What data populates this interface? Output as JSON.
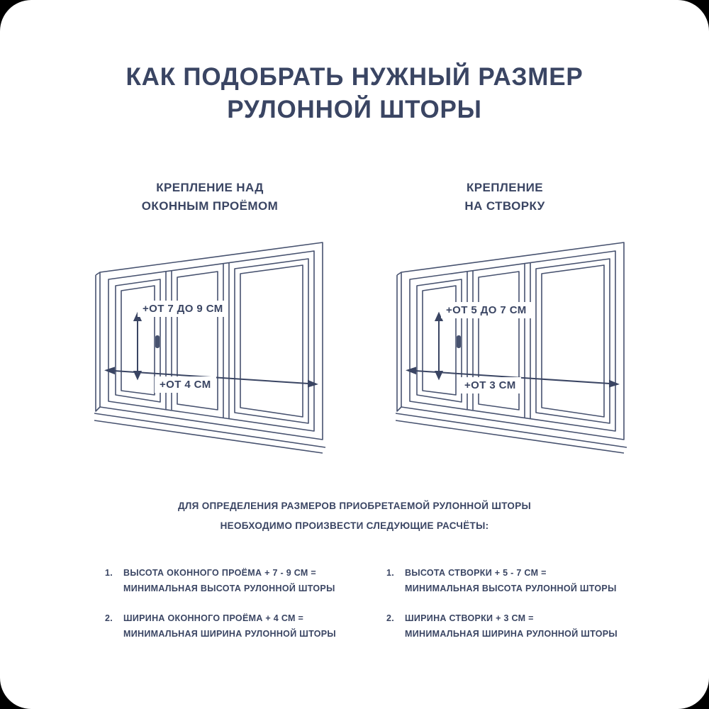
{
  "page": {
    "background_color": "#000000",
    "canvas_color": "#ffffff",
    "ink_color": "#3a4563",
    "line_color": "#47526f"
  },
  "title": {
    "line1": "КАК ПОДОБРАТЬ НУЖНЫЙ РАЗМЕР",
    "line2": "РУЛОННОЙ ШТОРЫ"
  },
  "diagrams": [
    {
      "subtitle_line1": "КРЕПЛЕНИЕ НАД",
      "subtitle_line2": "ОКОННЫМ ПРОЁМОМ",
      "height_label": "+ОТ 7 ДО 9 СМ",
      "width_label": "+ОТ 4 СМ"
    },
    {
      "subtitle_line1": "КРЕПЛЕНИЕ",
      "subtitle_line2": "НА СТВОРКУ",
      "height_label": "+ОТ 5 ДО 7 СМ",
      "width_label": "+ОТ 3 СМ"
    }
  ],
  "note": {
    "line1": "ДЛЯ ОПРЕДЕЛЕНИЯ РАЗМЕРОВ ПРИОБРЕТАЕМОЙ РУЛОННОЙ ШТОРЫ",
    "line2": "НЕОБХОДИМО ПРОИЗВЕСТИ СЛЕДУЮЩИЕ РАСЧЁТЫ:"
  },
  "calculations": {
    "left": [
      {
        "number": "1.",
        "line1": "ВЫСОТА ОКОННОГО ПРОЁМА + 7 - 9 СМ =",
        "line2": "МИНИМАЛЬНАЯ ВЫСОТА РУЛОННОЙ ШТОРЫ"
      },
      {
        "number": "2.",
        "line1": "ШИРИНА ОКОННОГО ПРОЁМА + 4 СМ =",
        "line2": "МИНИМАЛЬНАЯ ШИРИНА РУЛОННОЙ ШТОРЫ"
      }
    ],
    "right": [
      {
        "number": "1.",
        "line1": "ВЫСОТА СТВОРКИ + 5 - 7 СМ =",
        "line2": "МИНИМАЛЬНАЯ ВЫСОТА РУЛОННОЙ ШТОРЫ"
      },
      {
        "number": "2.",
        "line1": "ШИРИНА СТВОРКИ + 3 СМ =",
        "line2": "МИНИМАЛЬНАЯ ШИРИНА РУЛОННОЙ ШТОРЫ"
      }
    ]
  }
}
